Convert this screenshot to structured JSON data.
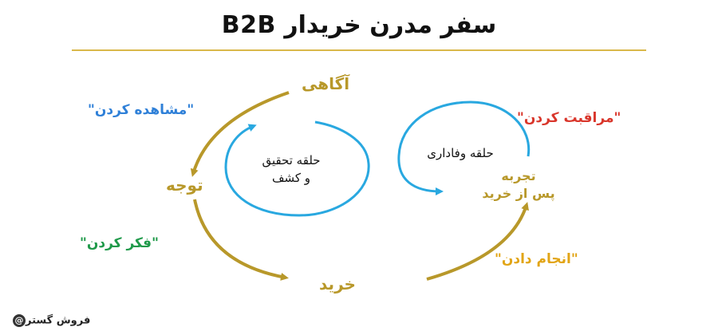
{
  "title": "سفر مدرن خریدار B2B",
  "stages": {
    "awareness": "آگاهی",
    "consideration": "توجه",
    "purchase": "خرید"
  },
  "phrases": {
    "observe": "\"مشاهده کردن\"",
    "think": "\"فکر کردن\"",
    "do": "\"انجام دادن\"",
    "care": "\"مراقبت کردن\""
  },
  "loops": {
    "research": [
      "حلقه تحقیق",
      "و کشف"
    ],
    "loyalty": "حلقه وفاداری",
    "post_purchase": [
      "تجربه",
      "پس از خرید"
    ]
  },
  "watermark": "فروش گستر",
  "colors": {
    "gold": "#b8982a",
    "blue": "#29a8e0",
    "observe": "#2f80d8",
    "think": "#1f9a4a",
    "do": "#e2a516",
    "care": "#d9362b"
  }
}
